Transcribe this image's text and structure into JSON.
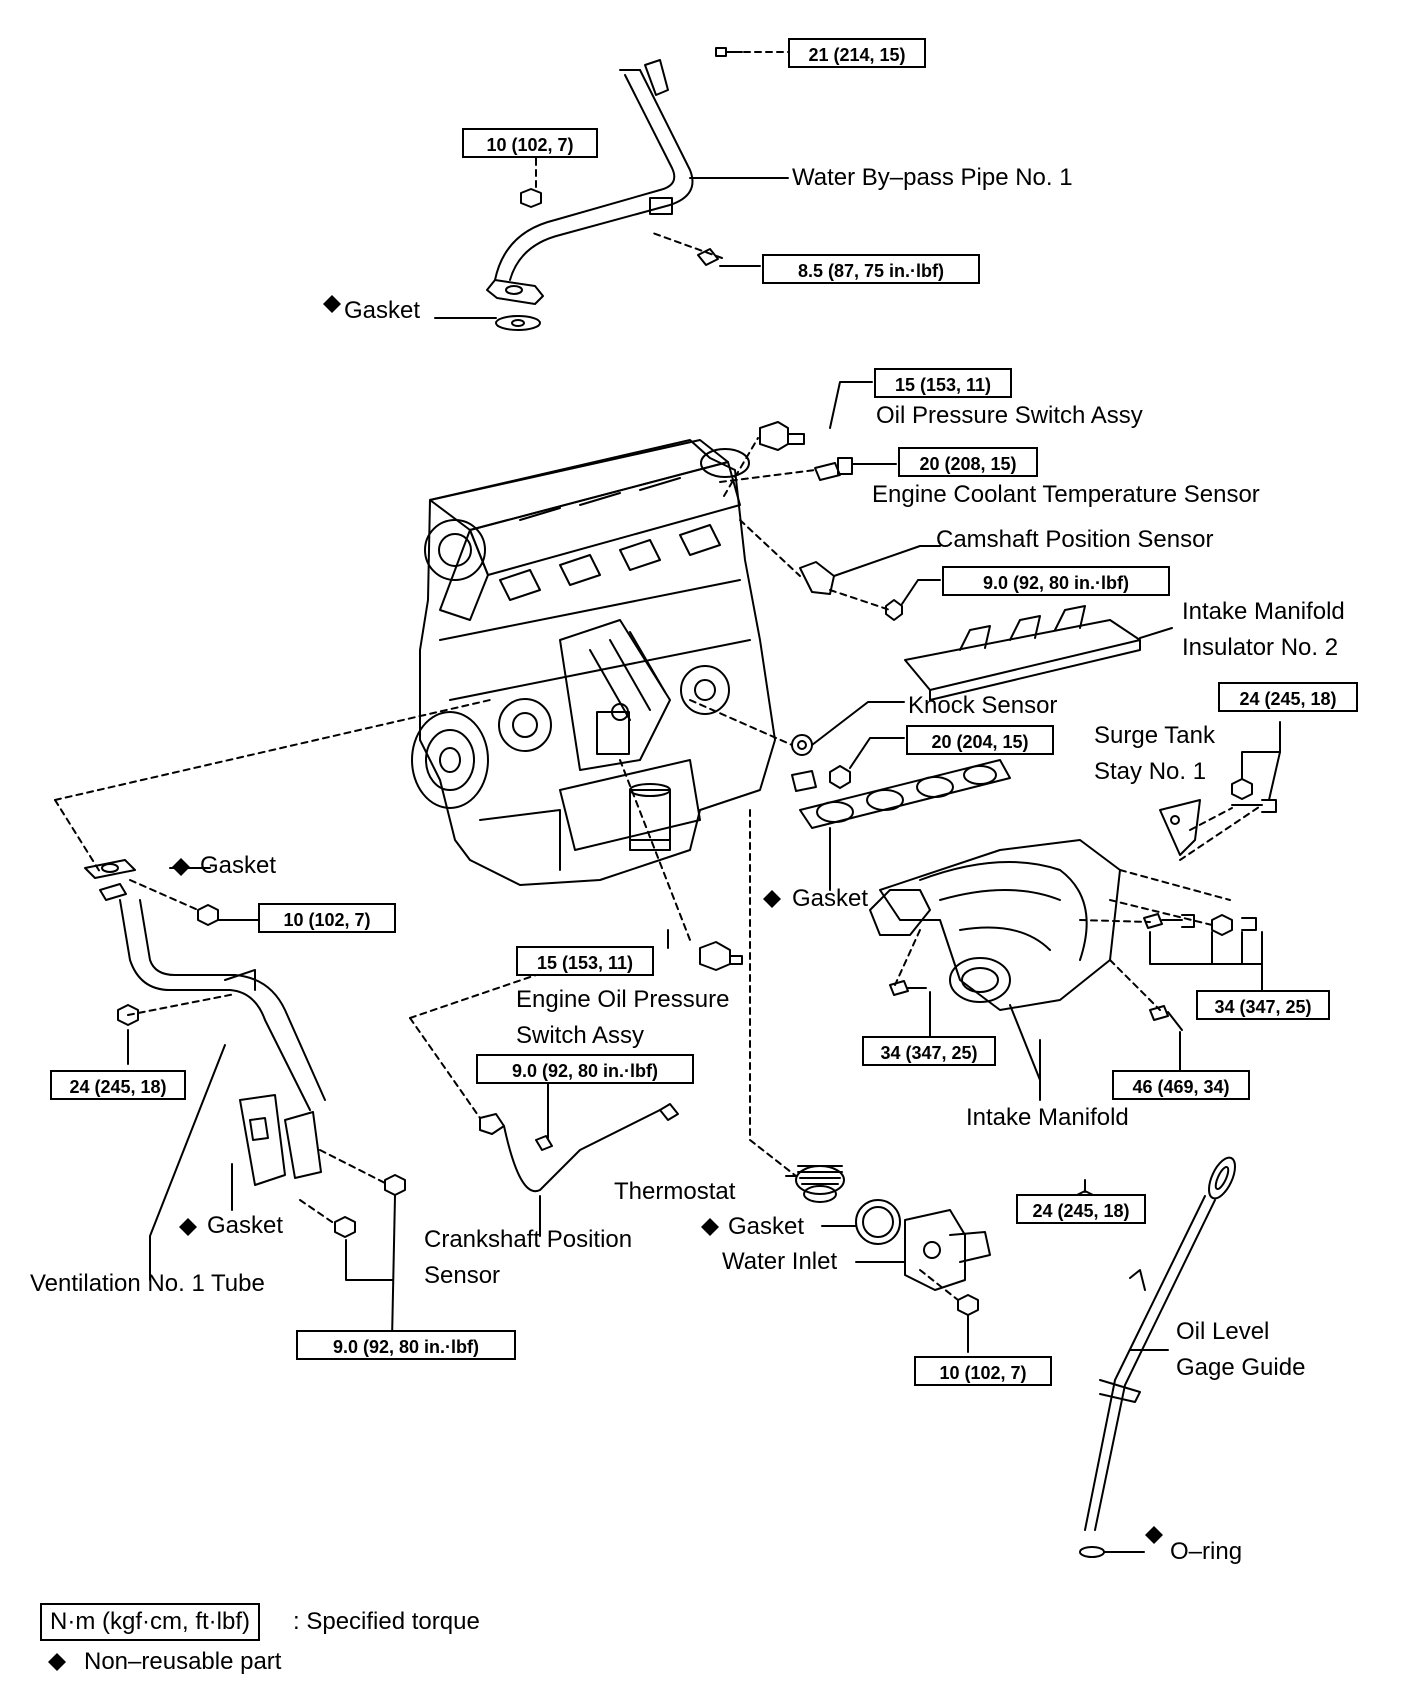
{
  "diamond": "◆",
  "parts": {
    "water_bypass_pipe": "Water By–pass Pipe No. 1",
    "gasket_top": "Gasket",
    "oil_pressure_switch": "Oil Pressure Switch Assy",
    "coolant_temp_sensor": "Engine Coolant Temperature Sensor",
    "camshaft_sensor": "Camshaft Position Sensor",
    "insulator_line1": "Intake Manifold",
    "insulator_line2": "Insulator No. 2",
    "knock_sensor": "Knock Sensor",
    "surge_tank_line1": "Surge Tank",
    "surge_tank_line2": "Stay No. 1",
    "gasket_left": "Gasket",
    "gasket_manifold": "Gasket",
    "engine_oil_switch_line1": "Engine Oil Pressure",
    "engine_oil_switch_line2": "Switch Assy",
    "intake_manifold": "Intake Manifold",
    "thermostat": "Thermostat",
    "gasket_thermostat": "Gasket",
    "water_inlet": "Water Inlet",
    "crankshaft_line1": "Crankshaft Position",
    "crankshaft_line2": "Sensor",
    "gasket_vent": "Gasket",
    "ventilation_tube": "Ventilation No. 1 Tube",
    "oil_gage_line1": "Oil Level",
    "oil_gage_line2": "Gage Guide",
    "o_ring": "O–ring"
  },
  "torques": {
    "t1": "21 (214, 15)",
    "t2": "10 (102, 7)",
    "t3": "8.5 (87, 75 in.·lbf)",
    "t4": "15 (153, 11)",
    "t5": "20 (208, 15)",
    "t6": "9.0 (92, 80 in.·lbf)",
    "t7": "20 (204, 15)",
    "t8": "24 (245, 18)",
    "t9": "10 (102, 7)",
    "t10": "15 (153, 11)",
    "t11": "34 (347, 25)",
    "t12": "24 (245, 18)",
    "t13": "9.0 (92, 80 in.·lbf)",
    "t14": "34 (347, 25)",
    "t15": "46 (469, 34)",
    "t16": "24 (245, 18)",
    "t17": "9.0 (92, 80 in.·lbf)",
    "t18": "10 (102, 7)"
  },
  "legend": {
    "unit_box": "N·m (kgf·cm, ft·lbf)",
    "unit_desc": ": Specified torque",
    "non_reusable": "Non–reusable part"
  }
}
